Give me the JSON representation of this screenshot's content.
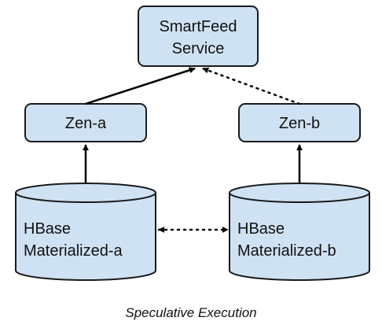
{
  "nodes": {
    "smartfeed": {
      "lines": [
        "SmartFeed",
        "Service"
      ]
    },
    "zen_a": {
      "label": "Zen-a"
    },
    "zen_b": {
      "label": "Zen-b"
    },
    "hbase_a": {
      "lines": [
        "HBase",
        "Materialized-a"
      ]
    },
    "hbase_b": {
      "lines": [
        "HBase",
        "Materialized-b"
      ]
    }
  },
  "caption": "Speculative Execution",
  "colors": {
    "node_fill": "#cfe2f3",
    "node_stroke": "#1a1a1a",
    "edge": "#000000"
  }
}
